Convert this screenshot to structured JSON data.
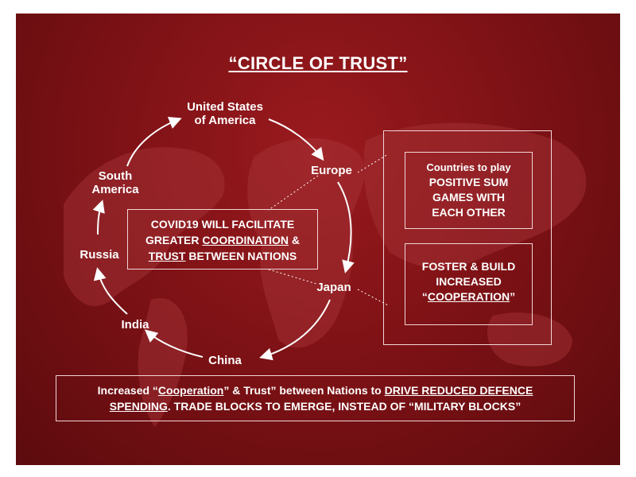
{
  "title": "“CIRCLE OF TRUST”",
  "nodes": {
    "usa_line1": "United States",
    "usa_line2": "of America",
    "europe": "Europe",
    "japan": "Japan",
    "china": "China",
    "india": "India",
    "russia": "Russia",
    "south_america_line1": "South",
    "south_america_line2": "America"
  },
  "center_box": {
    "line1": "COVID19 WILL FACILITATE",
    "line2_pre": "GREATER ",
    "line2_u": "COORDINATION",
    "line2_post": " &",
    "line3_u": "TRUST",
    "line3_post": " BETWEEN NATIONS"
  },
  "right_box_top": {
    "line1": "Countries to play",
    "line2": "POSITIVE SUM",
    "line3": "GAMES WITH",
    "line4": "EACH OTHER"
  },
  "right_box_bottom": {
    "line1": "FOSTER & BUILD",
    "line2": "INCREASED",
    "line3_pre": "“",
    "line3_u": "COOPERATION",
    "line3_post": "”"
  },
  "footer": {
    "line1_a": "Increased “",
    "line1_u1": "Cooperation",
    "line1_b": "” & Trust” between Nations to ",
    "line1_u2": "DRIVE REDUCED DEFENCE",
    "line2_u": "SPENDING",
    "line2_b": ". TRADE BLOCKS TO EMERGE, INSTEAD OF “MILITARY BLOCKS”"
  },
  "colors": {
    "background": "#7f1216",
    "text": "#ffffff",
    "border": "#f2d6d6"
  }
}
